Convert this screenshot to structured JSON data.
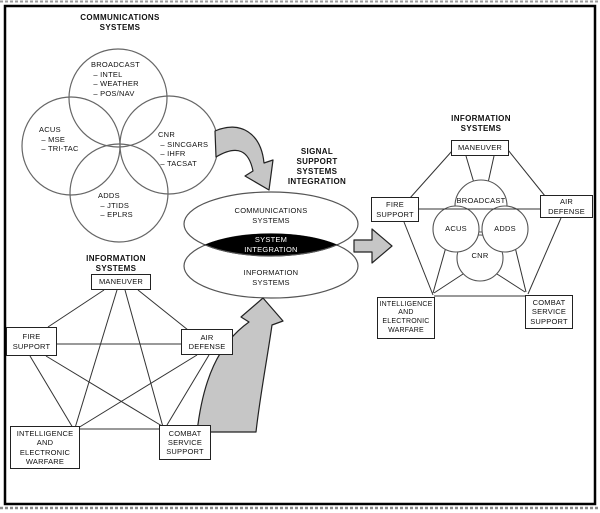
{
  "figure": {
    "left_venn": {
      "title": "COMMUNICATIONS\nSYSTEMS",
      "broadcast": "BROADCAST\n – INTEL\n – WEATHER\n – POS/NAV",
      "acus": "ACUS\n – MSE\n – TRI-TAC",
      "cnr": "CNR\n – SINCGARS\n – IHFR\n – TACSAT",
      "adds": "ADDS\n – JTIDS\n – EPLRS"
    },
    "center": {
      "heading": "SIGNAL\nSUPPORT\nSYSTEMS\nINTEGRATION",
      "top_ellipse_label": "COMMUNICATIONS\nSYSTEMS",
      "core_label": "SYSTEM\nINTEGRATION",
      "bottom_ellipse_label": "INFORMATION\nSYSTEMS"
    },
    "left_pentagon": {
      "title": "INFORMATION\nSYSTEMS",
      "maneuver": "MANEUVER",
      "fire_support": "FIRE\nSUPPORT",
      "air_defense": "AIR\nDEFENSE",
      "intel_ew": "INTELLIGENCE\nAND\nELECTRONIC\nWARFARE",
      "combat_service": "COMBAT\nSERVICE\nSUPPORT"
    },
    "right_pentagon": {
      "title": "INFORMATION\nSYSTEMS",
      "maneuver": "MANEUVER",
      "fire_support": "FIRE\nSUPPORT",
      "air_defense": "AIR\nDEFENSE",
      "intel_ew": "INTELLIGENCE\nAND\nELECTRONIC\nWARFARE",
      "combat_service": "COMBAT\nSERVICE\nSUPPORT",
      "broadcast": "BROADCAST",
      "acus": "ACUS",
      "adds": "ADDS",
      "cnr": "CNR"
    },
    "colors": {
      "arrow_fill": "#c6c6c6",
      "core_fill": "#000000",
      "line": "#333333",
      "circle_stroke": "#666666",
      "background": "#ffffff"
    }
  }
}
